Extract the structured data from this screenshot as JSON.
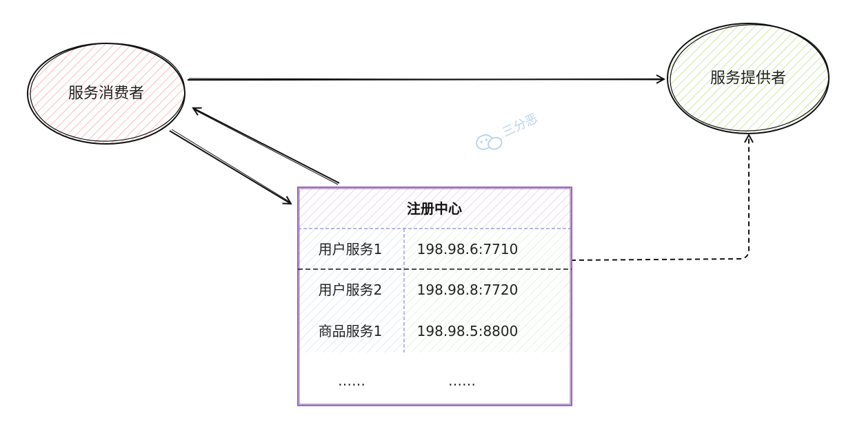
{
  "consumer": {
    "label": "服务消费者",
    "fill_color": "#f4a3a3"
  },
  "provider": {
    "label": "服务提供者",
    "fill_color": "#b5dc7e"
  },
  "registry": {
    "title": "注册中心",
    "border_color": "#9b6cb8",
    "rows": [
      {
        "name": "用户服务1",
        "address": "198.98.6:7710"
      },
      {
        "name": "用户服务2",
        "address": "198.98.8:7720"
      },
      {
        "name": "商品服务1",
        "address": "198.98.5:8800"
      }
    ],
    "ellipsis_left": "……",
    "ellipsis_right": "……"
  },
  "watermark": {
    "text": "三分恶",
    "color": "#b9d3ee"
  }
}
